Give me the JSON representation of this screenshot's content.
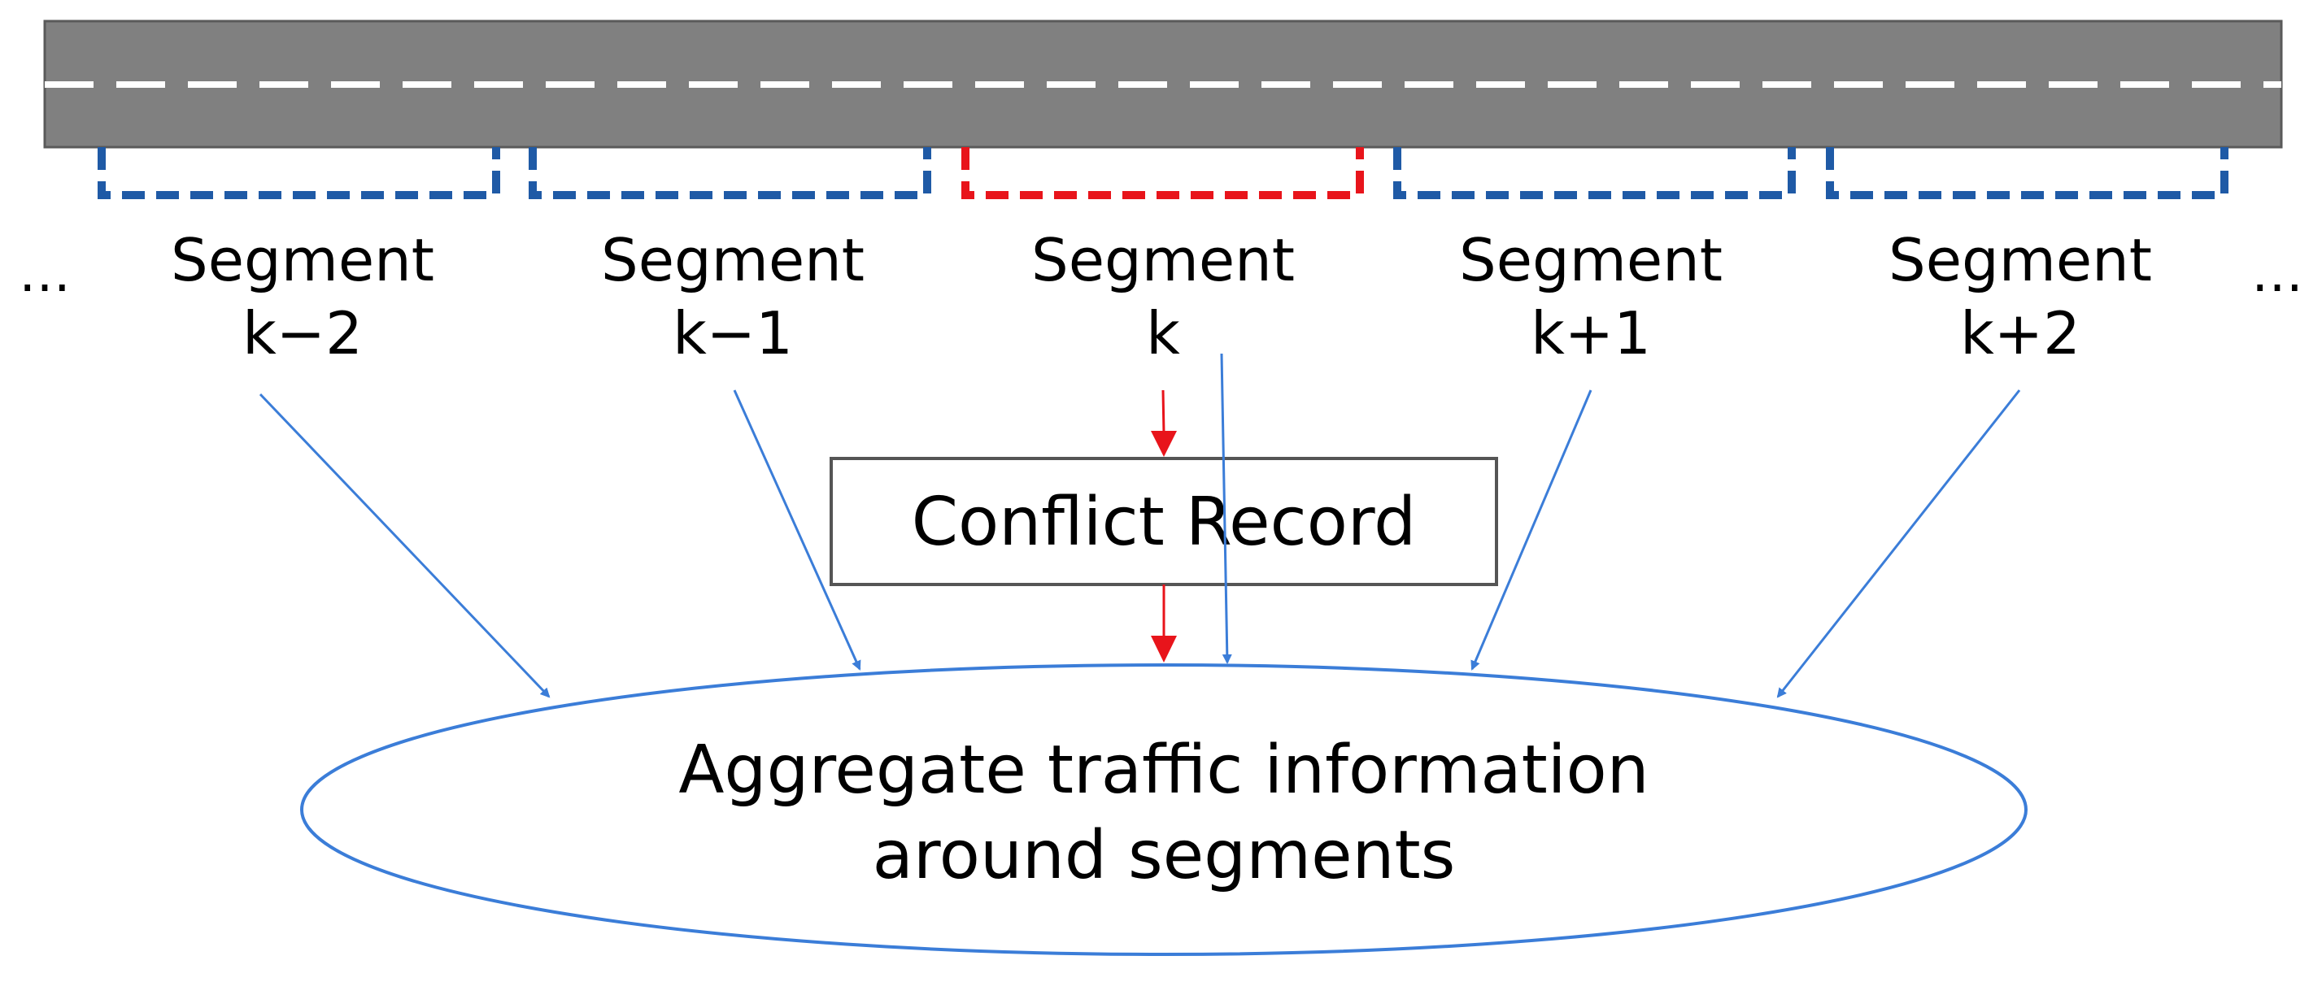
{
  "segments": [
    {
      "line1": "Segment",
      "line2": "k−2",
      "highlight": false
    },
    {
      "line1": "Segment",
      "line2": "k−1",
      "highlight": false
    },
    {
      "line1": "Segment",
      "line2": "k",
      "highlight": true
    },
    {
      "line1": "Segment",
      "line2": "k+1",
      "highlight": false
    },
    {
      "line1": "Segment",
      "line2": "k+2",
      "highlight": false
    }
  ],
  "ellipsis_left": "…",
  "ellipsis_right": "…",
  "conflict_box": {
    "label": "Conflict Record"
  },
  "aggregate_oval": {
    "line1": "Aggregate traffic information",
    "line2": "around segments"
  },
  "colors": {
    "road": "#808080",
    "road_border": "#5a5a5a",
    "lane_marking": "#ffffff",
    "segment_bracket": "#1f5aa6",
    "highlight_bracket": "#e8141b",
    "arrow_blue": "#3b7dd8",
    "arrow_red": "#e8141b",
    "box_border": "#555555",
    "oval_border": "#3b7dd8"
  }
}
